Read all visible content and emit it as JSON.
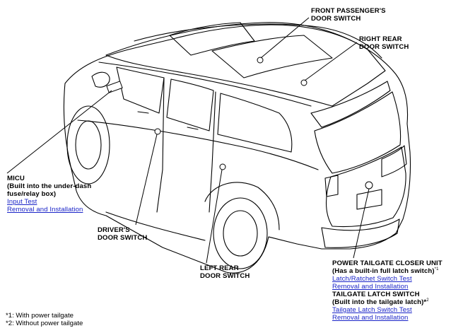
{
  "callouts": {
    "front_passenger": {
      "line1": "FRONT PASSENGER'S",
      "line2": "DOOR SWITCH"
    },
    "right_rear": {
      "line1": "RIGHT REAR",
      "line2": "DOOR SWITCH"
    },
    "micu": {
      "title": "MICU",
      "desc1": "(Built into the under-dash",
      "desc2": "fuse/relay box)",
      "link_input_test": "Input Test",
      "link_removal": "Removal and Installation"
    },
    "drivers": {
      "line1": "DRIVER'S",
      "line2": "DOOR SWITCH"
    },
    "left_rear": {
      "line1": "LEFT REAR",
      "line2": "DOOR SWITCH"
    },
    "tailgate": {
      "closer_title": "POWER TAILGATE CLOSER UNIT",
      "closer_desc": "(Has a built-in full latch switch)",
      "closer_note": "*1",
      "link_latch_ratchet": "Latch/Ratchet Switch Test",
      "link_removal_1": "Removal and Installation",
      "latch_title": "TAILGATE LATCH SWITCH",
      "latch_desc": "(Built into the tailgate latch)*",
      "latch_note": "2",
      "link_latch_switch": "Tailgate Latch Switch Test",
      "link_removal_2": "Removal and Installation"
    }
  },
  "footnotes": {
    "note1": "*1: With power tailgate",
    "note2": "*2: Without power tailgate"
  },
  "colors": {
    "link": "#1a24c8",
    "line": "#000000"
  }
}
